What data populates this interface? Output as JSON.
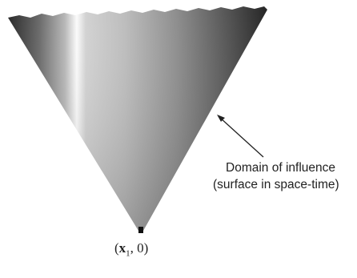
{
  "callout": {
    "line1": "Domain of influence",
    "line2": "(surface in space-time)"
  },
  "apex_label": {
    "open": "(",
    "var": "x",
    "sub": "1",
    "rest": ", 0)"
  },
  "colors": {
    "cone_dark": "#1c1c1c",
    "cone_light": "#ffffff",
    "ink": "#222222"
  }
}
